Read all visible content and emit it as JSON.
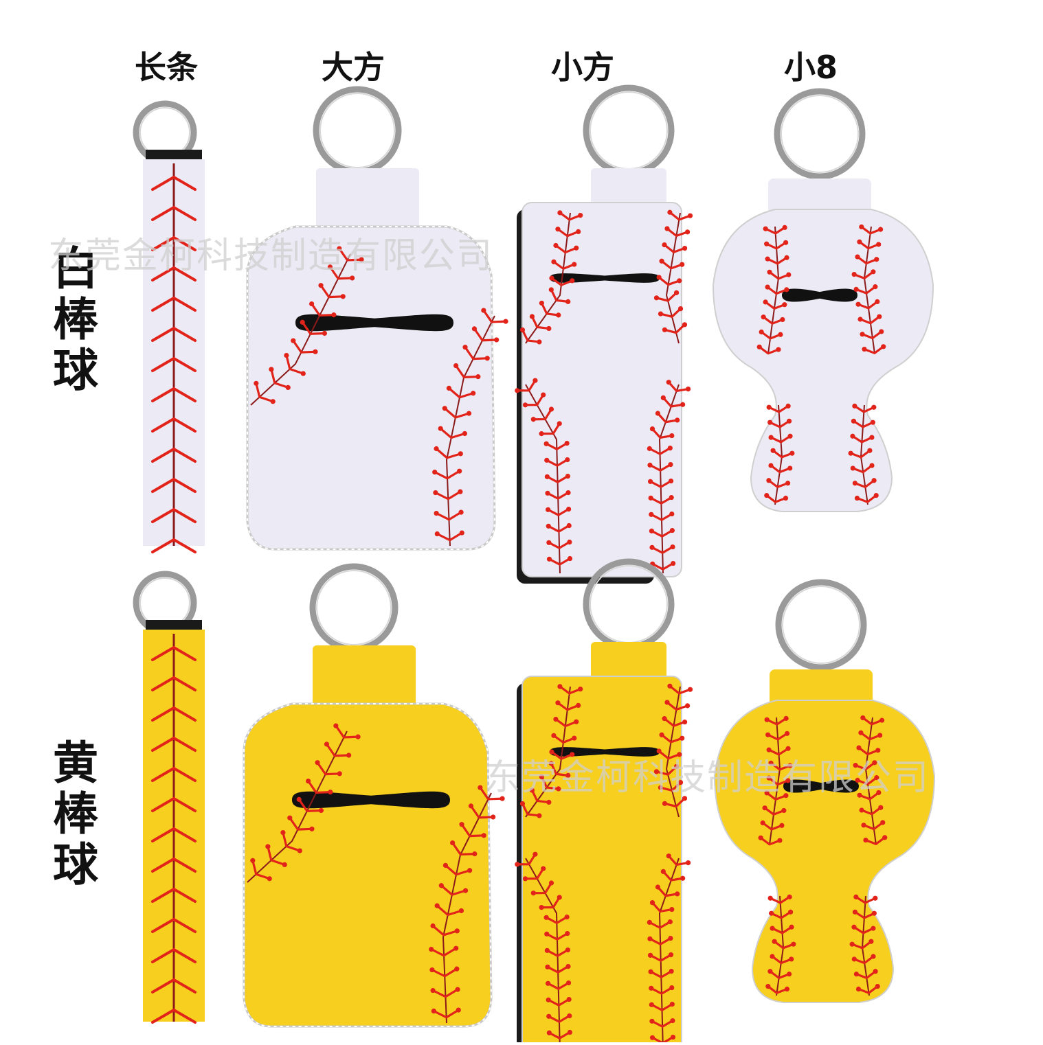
{
  "columns": [
    "长条",
    "大方",
    "小方",
    "小8"
  ],
  "rows": [
    "白棒球",
    "黄棒球"
  ],
  "watermark": "东莞金柯科技制造有限公司",
  "colors": {
    "white_ball": "#eceaf4",
    "yellow_ball": "#f7cf1e",
    "stitch": "#e2231a",
    "ring": "#9a9a9a",
    "slot": "#111111"
  }
}
